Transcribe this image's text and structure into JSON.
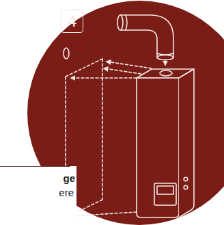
{
  "diagram": {
    "nodes": [
      {
        "text": [
          "4"
        ]
      }
    ],
    "labels": [
      "ge",
      "ere"
    ]
  }
}
